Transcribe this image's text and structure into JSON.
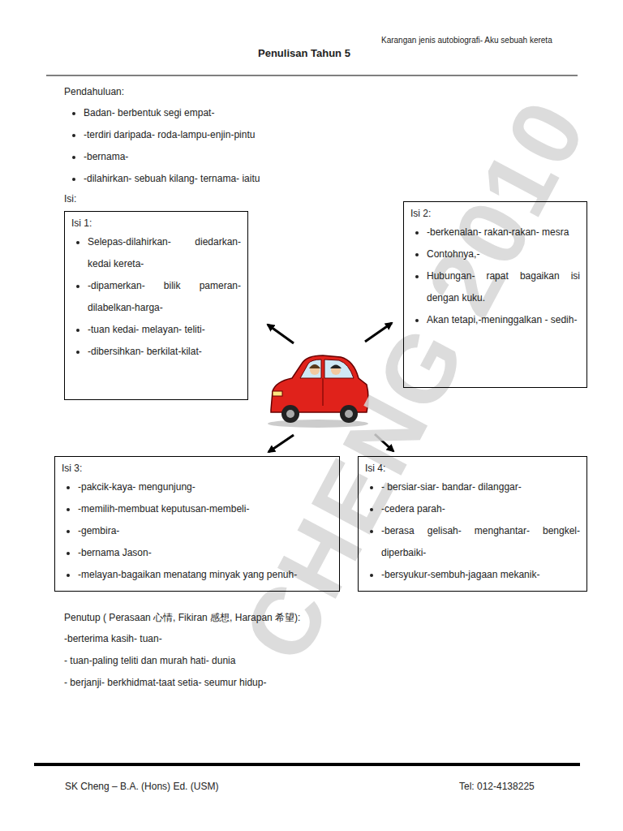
{
  "diagram": {
    "title": "Penulisan Tahun 5",
    "nodes": [
      {
        "text": [
          "Isi 1:",
          "Selepas-dilahirkan- diedarkan- kedai kereta-",
          "-dipamerkan- bilik pameran- dilabelkan-harga-",
          "-tuan kedai- melayan- teliti-",
          "-dibersihkan- berkilat-kilat-"
        ]
      },
      {
        "text": [
          "Isi 2:",
          "-berkenalan- rakan-rakan- mesra",
          "Contohnya,-",
          "Hubungan- rapat bagaikan isi dengan kuku.",
          "Akan tetapi,-meninggalkan - sedih-"
        ]
      },
      {
        "text": [
          "Isi 3:",
          "-pakcik-kaya- mengunjung-",
          "-memilih-membuat keputusan-membeli-",
          "-gembira-",
          "-bernama Jason-",
          "-melayan-bagaikan menatang minyak yang penuh-"
        ]
      },
      {
        "text": [
          "Isi 4:",
          "- bersiar-siar- bandar- dilanggar-",
          "-cedera parah-",
          "-berasa gelisah- menghantar- bengkel- diperbaiki-",
          "-bersyukur-sembuh-jagaan mekanik-"
        ]
      }
    ],
    "labels": [
      "Karangan jenis autobiografi- Aku sebuah kereta",
      "Pendahuluan:",
      "Badan- berbentuk segi empat-",
      "-terdiri daripada- roda-lampu-enjin-pintu",
      "-bernama-",
      "-dilahirkan- sebuah kilang- ternama- iaitu",
      "Isi:",
      "Penutup ( Perasaan 心情, Fikiran 感想, Harapan 希望):",
      "-berterima kasih- tuan-",
      "- tuan-paling teliti dan murah hati- dunia",
      "- berjanji- berkhidmat-taat setia- seumur hidup-",
      "CHENG 2010",
      "SK Cheng – B.A. (Hons) Ed. (USM)",
      "Tel: 012-4138225"
    ]
  }
}
